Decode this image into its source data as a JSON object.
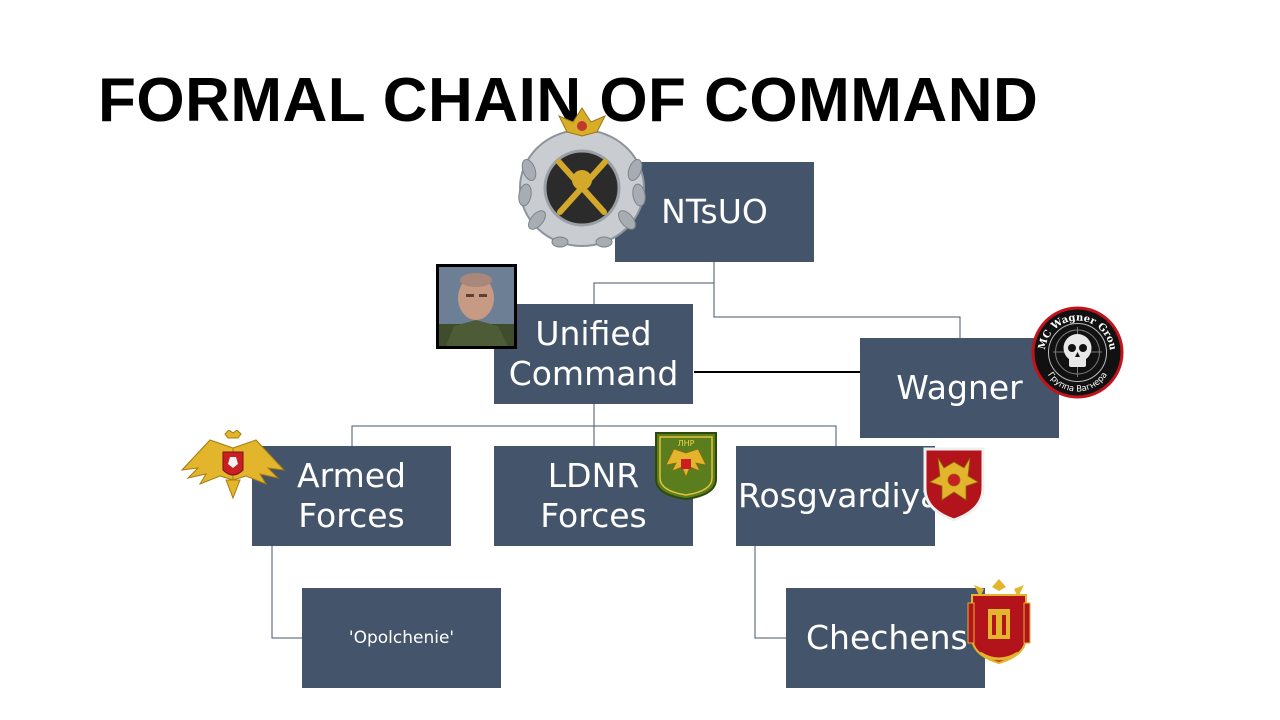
{
  "slide": {
    "title": "FORMAL CHAIN OF COMMAND"
  },
  "nodes": {
    "ntsuo": "NTsUO",
    "unified_command": "Unified\nCommand",
    "wagner": "Wagner",
    "armed_forces": "Armed\nForces",
    "ldnr_forces": "LDNR\nForces",
    "rosgvardiya": "Rosgvardiya",
    "opolchenie": "'Opolchenie'",
    "chechens": "Chechens"
  },
  "emblems": {
    "wagner_ring_top": "PMC Wagner Group",
    "wagner_ring_bottom": "Группа Вагнера",
    "ldnr_badge": "ЛНР"
  },
  "colors": {
    "box_fill": "#44546a",
    "box_text": "#ffffff",
    "connector": "#44546a",
    "link": "#000000"
  }
}
